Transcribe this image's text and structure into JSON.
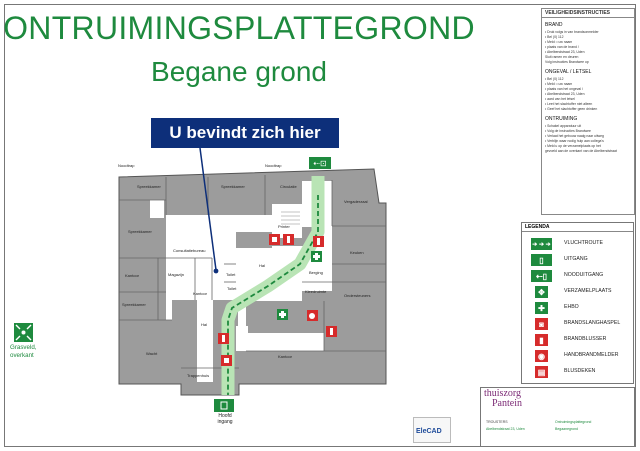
{
  "header": {
    "title": "ONTRUIMINGSPLATTEGROND",
    "subtitle": "Begane grond"
  },
  "callout": {
    "label": "U bevindt zich hier"
  },
  "instructions": {
    "title": "VEILIGHEIDSINSTRUCTIES",
    "sections": [
      {
        "heading": "BRAND",
        "lines": [
          "• Druk volgs in van brandsonmelder",
          "• Bel (0) 112",
          "• Meld: • uw naam",
          "           • plaats van de brand /",
          "           • Abelbendstraat 23, Uden",
          "Sluit ramen en deuren",
          "Volg instructies Brandwee op"
        ]
      },
      {
        "heading": "ONGEVAL / LETSEL",
        "lines": [
          "• Bel (0) 112",
          "• Meld: • uw naam",
          "           • plaats van het ongeval /",
          "           • Abelbendstraat 23, Uden",
          "           • aard van het letsel",
          "• Leet het slachtoffer niet alleen",
          "• Geef het slachtoffer geen drinken"
        ]
      },
      {
        "heading": "ONTRUIMING",
        "lines": [
          "• Schakel apparatuur uit",
          "• Volg de instructies Brandwee",
          "• Verlaat het gebouw naalg naar uitweg",
          "• Verblijn waar nodig hulp aan collega's",
          "• Meld u op de verzamelplaats op het",
          "  gevoeld aan de overkant van de Abelbendstraat"
        ]
      }
    ]
  },
  "legend": {
    "title": "LEGENDA",
    "items": [
      {
        "symbol": "vluchtroute-arrow-icon",
        "label": "VLUCHTROUTE",
        "color": "#1e8a3e"
      },
      {
        "symbol": "exit-icon",
        "label": "UITGANG",
        "color": "#1e8a3e"
      },
      {
        "symbol": "emergency-exit-icon",
        "label": "NOODUITGANG",
        "color": "#1e8a3e"
      },
      {
        "symbol": "assembly-point-icon",
        "label": "VERZAMELPLAATS",
        "color": "#1e8a3e"
      },
      {
        "symbol": "first-aid-icon",
        "label": "EHBO",
        "color": "#1e8a3e"
      },
      {
        "symbol": "fire-hose-icon",
        "label": "BRANDSLANGHASPEL",
        "color": "#d62b2b"
      },
      {
        "symbol": "fire-extinguisher-icon",
        "label": "BRANDBLUSSER",
        "color": "#d62b2b"
      },
      {
        "symbol": "fire-alarm-icon",
        "label": "HANDBRANDMELDER",
        "color": "#d62b2b"
      },
      {
        "symbol": "fire-blanket-icon",
        "label": "BLUSDEKEN",
        "color": "#d62b2b"
      }
    ]
  },
  "assembly": {
    "line1": "Grasveld,",
    "line2": "overkant"
  },
  "exit": {
    "line1": "Hoofd",
    "line2": "ingang"
  },
  "rooms": {
    "spreekkamer1": "Spreekkamer",
    "spreekkamer2": "Spreekkamer",
    "spreekkamer3": "Spreekkamer",
    "spreekkamer4": "Spreekkamer",
    "circulatie": "Circulatie",
    "vergaderzaal": "Vergaderzaal",
    "consultatiebureau": "Consultatiebureau",
    "kantoor1": "Kantoor",
    "kantoor2": "Kantoor",
    "kantoor3": "Kantoor",
    "magazijn": "Magazijn",
    "toilet1": "Toilet",
    "toilet2": "Toilet",
    "hal1": "Hal",
    "hal2": "Hal",
    "wacht": "Wacht",
    "keuken": "Keuken",
    "berging": "Berging",
    "kleedruimte": "Kleedruimte",
    "ondersteuners": "Ondersteuners",
    "trappenhuis": "Trappenhuis",
    "printer": "Printer",
    "noodtrap1": "Noodtrap",
    "noodtrap2": "Noodtrap"
  },
  "company": {
    "name1": "thuiszorg",
    "name2": "Pantein",
    "logo": "EleCAD",
    "project": "TROUSTERS",
    "address": "Abelbendstraat 23, Uden",
    "drawing": "Ontruimingsplattegrond",
    "floor": "Begaanegrond"
  },
  "colors": {
    "green": "#1e8a3e",
    "red": "#d62b2b",
    "navy": "#0d2f7a",
    "wall": "#8a8a8a",
    "route": "#b9e4b5"
  }
}
